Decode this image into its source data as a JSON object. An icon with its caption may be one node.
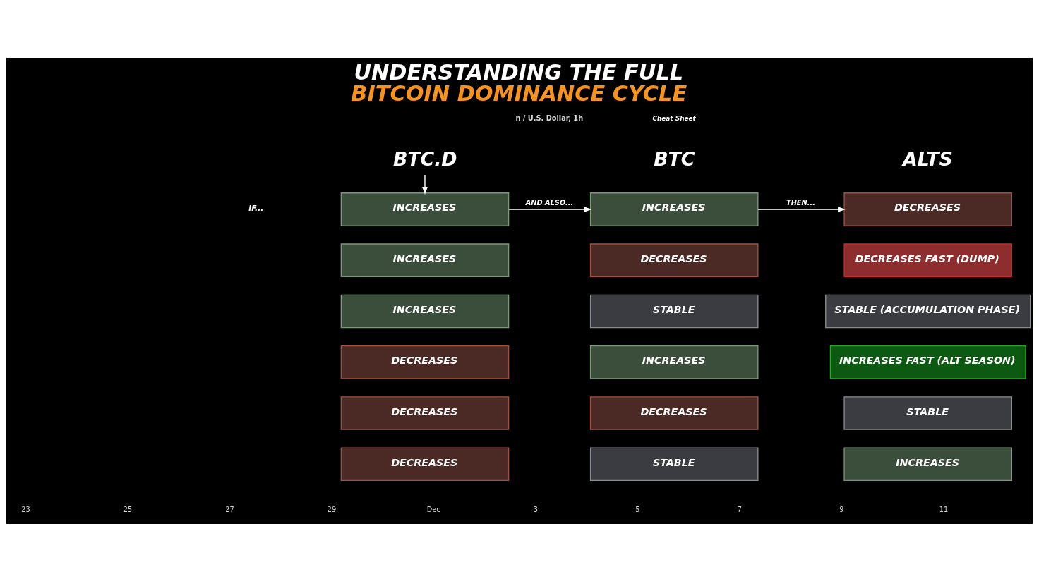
{
  "diagram": {
    "title": "UNDERSTANDING THE FULL BITCOIN DOMINANCE CYCLE",
    "nodes": [
      {
        "text": [
          "BTC.D"
        ]
      },
      {
        "text": [
          "INCREASES"
        ]
      },
      {
        "text": [
          "INCREASES"
        ]
      },
      {
        "text": [
          "DECREASES"
        ]
      },
      {
        "text": [
          "INCREASES"
        ]
      },
      {
        "text": [
          "DECREASES"
        ]
      },
      {
        "text": [
          "DECREASES FAST (DUMP)"
        ]
      },
      {
        "text": [
          "INCREASES"
        ]
      },
      {
        "text": [
          "STABLE"
        ]
      },
      {
        "text": [
          "STABLE (ACCUMULATION PHASE)"
        ]
      },
      {
        "text": [
          "DECREASES"
        ]
      },
      {
        "text": [
          "INCREASES"
        ]
      },
      {
        "text": [
          "INCREASES FAST (ALT SEASON)"
        ]
      },
      {
        "text": [
          "DECREASES"
        ]
      },
      {
        "text": [
          "DECREASES"
        ]
      },
      {
        "text": [
          "STABLE"
        ]
      },
      {
        "text": [
          "DECREASES"
        ]
      },
      {
        "text": [
          "STABLE"
        ]
      },
      {
        "text": [
          "INCREASES"
        ]
      }
    ],
    "edges": [
      {
        "from": 0,
        "to": 1,
        "arrow": "to"
      },
      {
        "from": 1,
        "to": 2,
        "arrow": "to",
        "label": "AND ALSO..."
      },
      {
        "from": 2,
        "to": 3,
        "arrow": "to",
        "label": "THEN..."
      }
    ],
    "labels": [
      "n / U.S. Dollar, 1h",
      "Cheat Sheet",
      "BTC",
      "ALTS",
      "IF...",
      "23",
      "25",
      "27",
      "29",
      "Dec",
      "3",
      "5",
      "7",
      "9",
      "11"
    ]
  }
}
